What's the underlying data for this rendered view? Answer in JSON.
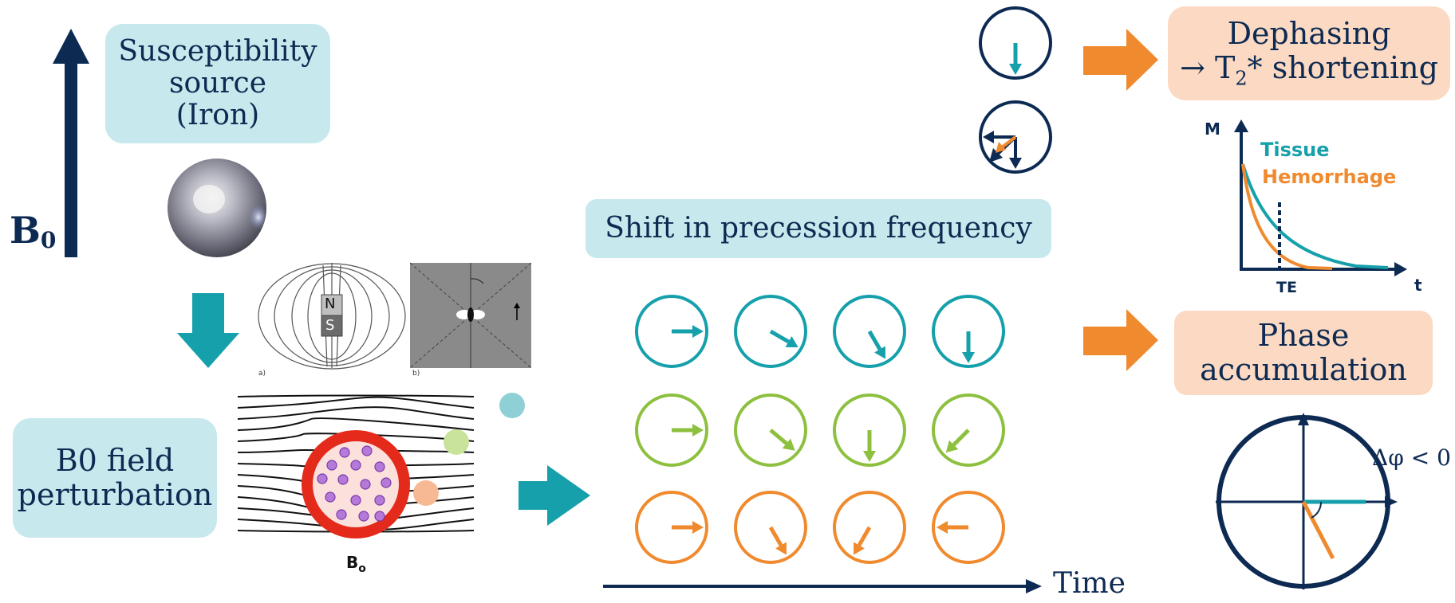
{
  "labels": {
    "b0_axis": "B",
    "b0_axis_sub": "0",
    "susceptibility_box": "Susceptibility\nsource\n(Iron)",
    "b0_perturb_box": "B0 field\nperturbation",
    "field_lines_label": "B",
    "field_lines_label_sub": "o",
    "magnet_n": "N",
    "magnet_s": "S",
    "panel_a": "a)",
    "panel_b": "b)",
    "shift_box": "Shift in precession frequency",
    "time_axis": "Time",
    "dephasing_line1": "Dephasing",
    "dephasing_arrow": "→ T",
    "dephasing_sub": "2",
    "dephasing_rest": "* shortening",
    "phase_box": "Phase\naccumulation",
    "decay_m": "M",
    "decay_t": "t",
    "decay_te": "TE",
    "legend_tissue": "Tissue",
    "legend_hemorrhage": "Hemorrhage",
    "delta_phi": "Δφ < 0"
  },
  "colors": {
    "navy": "#0d2a52",
    "teal": "#16a0ab",
    "green": "#8dc03f",
    "orange": "#f08a2e",
    "teal_box": "#c7e8ec",
    "peach_box": "#fbd9c2",
    "red_vessel": "#e42a1a"
  },
  "precession_rows": [
    {
      "name": "teal",
      "angles_deg": [
        0,
        30,
        60,
        90
      ]
    },
    {
      "name": "green",
      "angles_deg": [
        0,
        40,
        90,
        135
      ]
    },
    {
      "name": "orange",
      "angles_deg": [
        0,
        60,
        120,
        180
      ]
    }
  ]
}
